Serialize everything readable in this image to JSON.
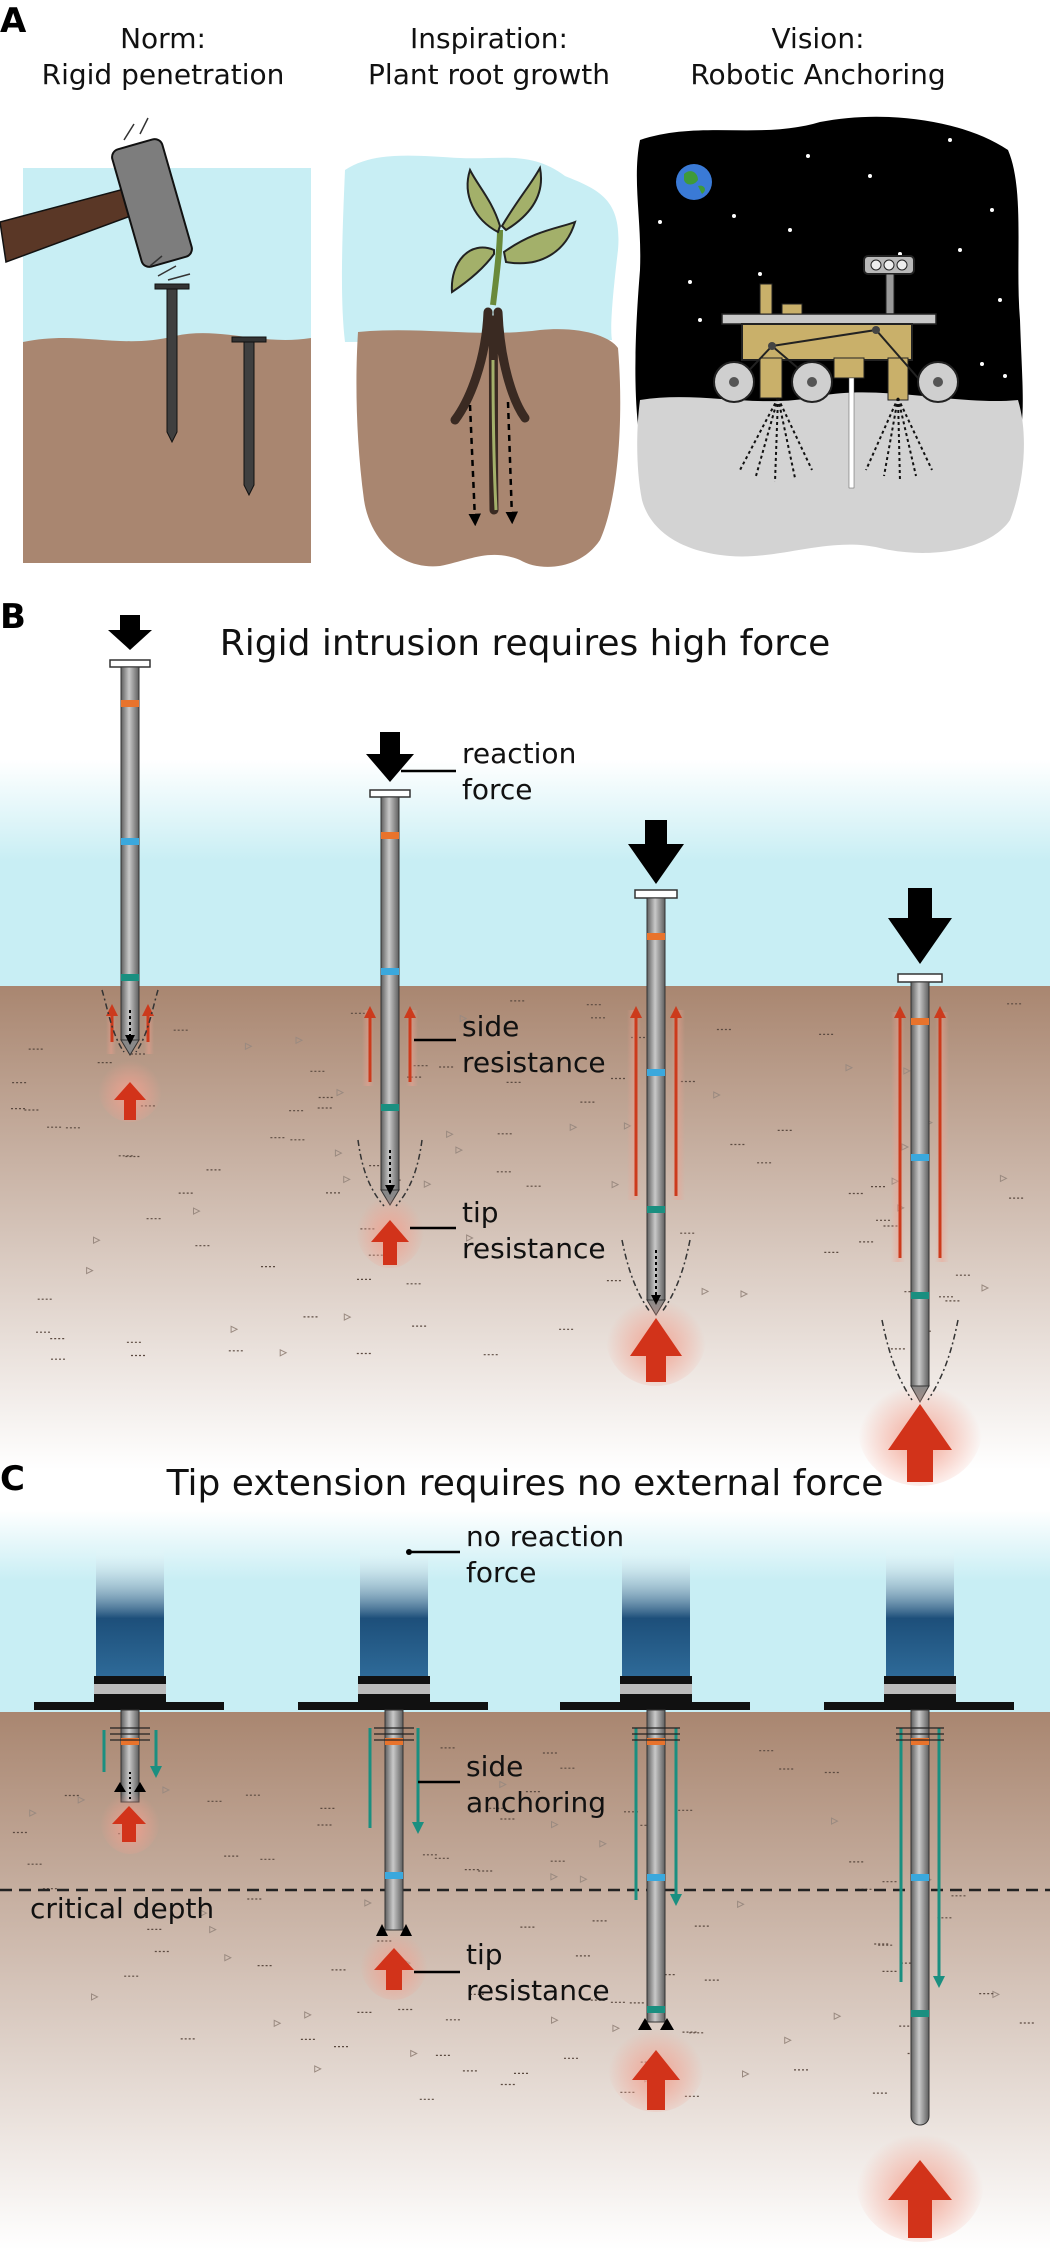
{
  "panel_a": {
    "letter": "A",
    "captions": [
      {
        "line1": "Norm:",
        "line2": "Rigid penetration"
      },
      {
        "line1": "Inspiration:",
        "line2": "Plant root growth"
      },
      {
        "line1": "Vision:",
        "line2": "Robotic Anchoring"
      }
    ]
  },
  "panel_b": {
    "letter": "B",
    "title": "Rigid intrusion requires high force",
    "labels": {
      "reaction_1": "reaction",
      "reaction_2": "force",
      "side_1": "side",
      "side_2": "resistance",
      "tip_1": "tip",
      "tip_2": "resistance"
    }
  },
  "panel_c": {
    "letter": "C",
    "title": "Tip extension requires no external force",
    "labels": {
      "noreaction_1": "no reaction",
      "noreaction_2": "force",
      "side_1": "side",
      "side_2": "anchoring",
      "critical_depth": "critical depth",
      "tip_1": "tip",
      "tip_2": "resistance"
    }
  },
  "colors": {
    "sky": "#c8eef4",
    "soil_top": "#a98670",
    "soil_bottom": "#ffffff",
    "rod": "#8a8a8a",
    "band_orange": "#e8732c",
    "band_blue": "#3aa8dd",
    "band_teal": "#1a8f80",
    "arrow_red": "#d2331a",
    "side_red": "#cc3a1c",
    "anchor_teal": "#1a8f80",
    "regolith": "#d3d3d3",
    "night": "#000000",
    "leaf": "#a3b06a",
    "mallet_head": "#7d7d7d",
    "handle": "#5a3726"
  }
}
